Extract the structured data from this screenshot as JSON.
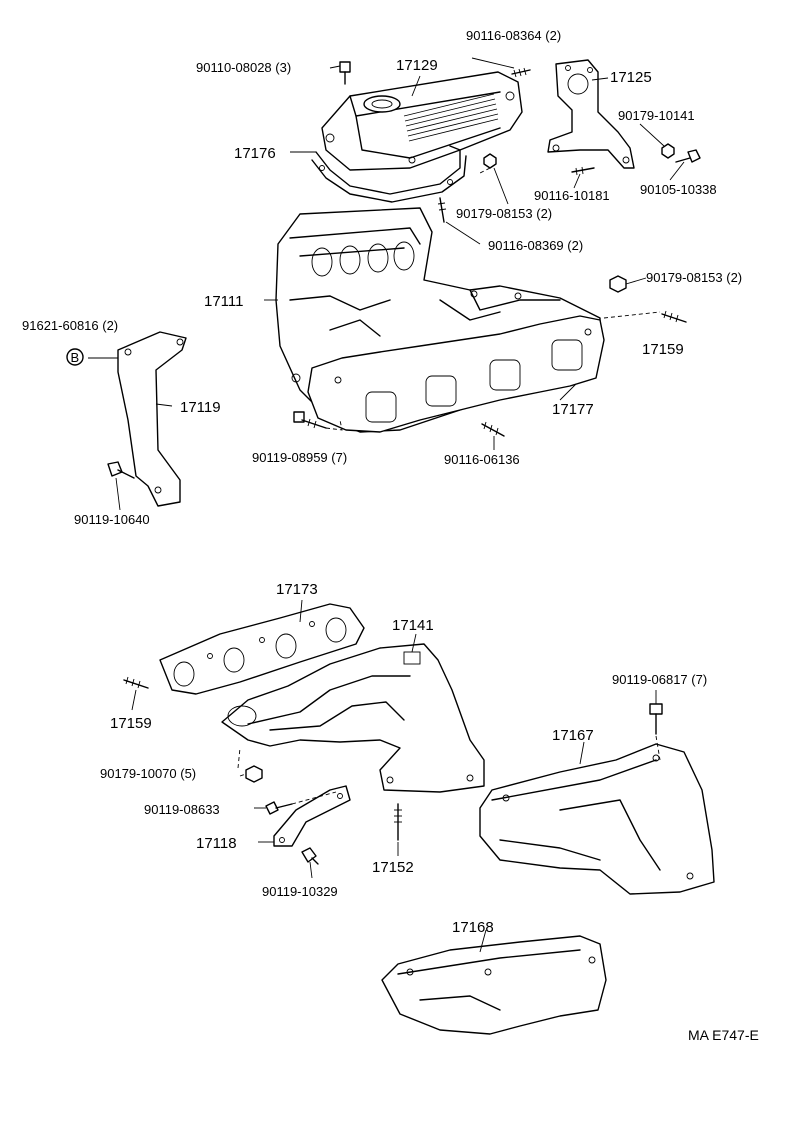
{
  "labels": {
    "p_90116_08364": "90116-08364 (2)",
    "p_90110_08028": "90110-08028 (3)",
    "p_17129": "17129",
    "p_17125": "17125",
    "p_90179_10141": "90179-10141",
    "p_17176": "17176",
    "p_90116_10181": "90116-10181",
    "p_90105_10338": "90105-10338",
    "p_90179_08153_a": "90179-08153 (2)",
    "p_90116_08369": "90116-08369 (2)",
    "p_90179_08153_b": "90179-08153 (2)",
    "p_17111": "17111",
    "p_91621_60816": "91621-60816 (2)",
    "p_b_marker": "B",
    "p_17159_a": "17159",
    "p_17119": "17119",
    "p_17177": "17177",
    "p_90119_08959": "90119-08959 (7)",
    "p_90116_06136": "90116-06136",
    "p_90119_10640": "90119-10640",
    "p_17173": "17173",
    "p_17141": "17141",
    "p_90119_06817": "90119-06817 (7)",
    "p_17159_b": "17159",
    "p_17167": "17167",
    "p_90179_10070": "90179-10070 (5)",
    "p_90119_08633": "90119-08633",
    "p_17118": "17118",
    "p_17152": "17152",
    "p_90119_10329": "90119-10329",
    "p_17168": "17168",
    "ref_code": "MA E747-E"
  }
}
